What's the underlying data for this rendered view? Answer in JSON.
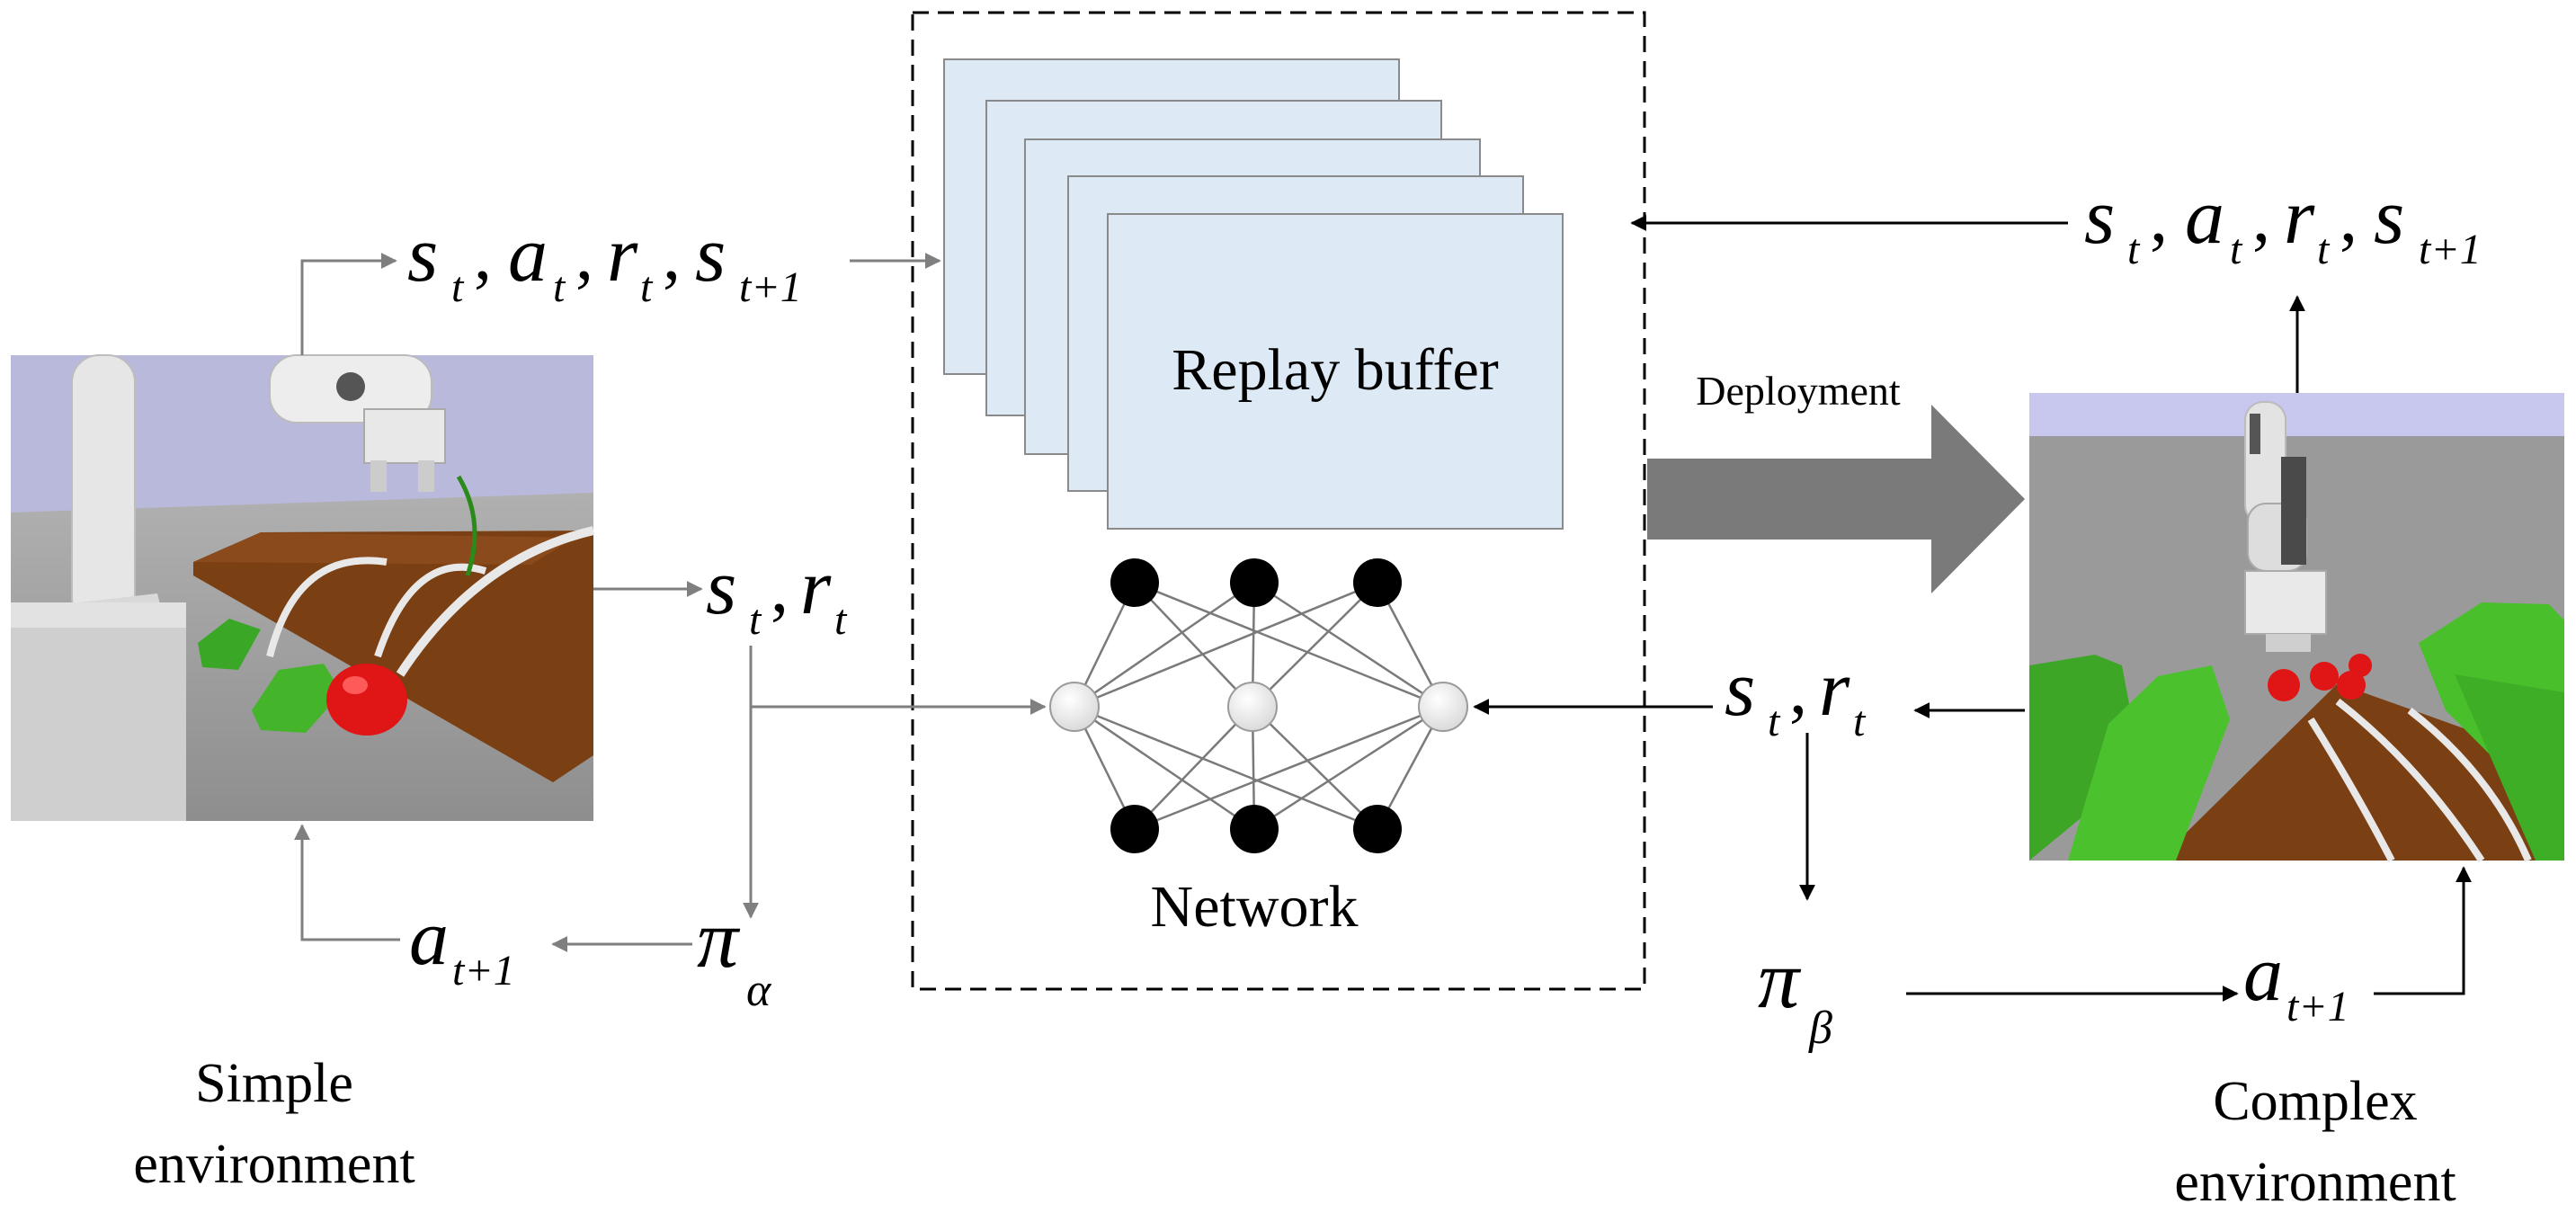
{
  "labels": {
    "replay_buffer": "Replay buffer",
    "network": "Network",
    "deployment": "Deployment",
    "simple_env_line1": "Simple",
    "simple_env_line2": "environment",
    "complex_env_line1": "Complex",
    "complex_env_line2": "environment"
  },
  "math": {
    "transition_simple": {
      "s": "s",
      "a": "a",
      "r": "r",
      "t": "t",
      "t_plus_1": "t+1",
      "comma": ","
    },
    "transition_complex": {
      "s": "s",
      "a": "a",
      "r": "r",
      "t": "t",
      "t_plus_1": "t+1",
      "comma": ","
    },
    "state_reward_simple": {
      "s": "s",
      "r": "r",
      "t": "t",
      "comma": ","
    },
    "state_reward_complex": {
      "s": "s",
      "r": "r",
      "t": "t",
      "comma": ","
    },
    "action_simple": {
      "a": "a",
      "sub": "t+1"
    },
    "action_complex": {
      "a": "a",
      "sub": "t+1"
    },
    "policy_simple": {
      "pi": "π",
      "sub": "α"
    },
    "policy_complex": {
      "pi": "π",
      "sub": "β"
    }
  },
  "colors": {
    "buffer_fill": "#dde9f4",
    "buffer_stroke": "#8a8a8a",
    "gray_arrow": "#7f7f7f",
    "deploy_arrow": "#7a7a7a",
    "black_node": "#000000",
    "white_node": "#ececec",
    "sky": "#b9b9dc",
    "table_wood": "#7a3f12",
    "leaf_green": "#44b52a",
    "strawberry_red": "#e01515"
  }
}
